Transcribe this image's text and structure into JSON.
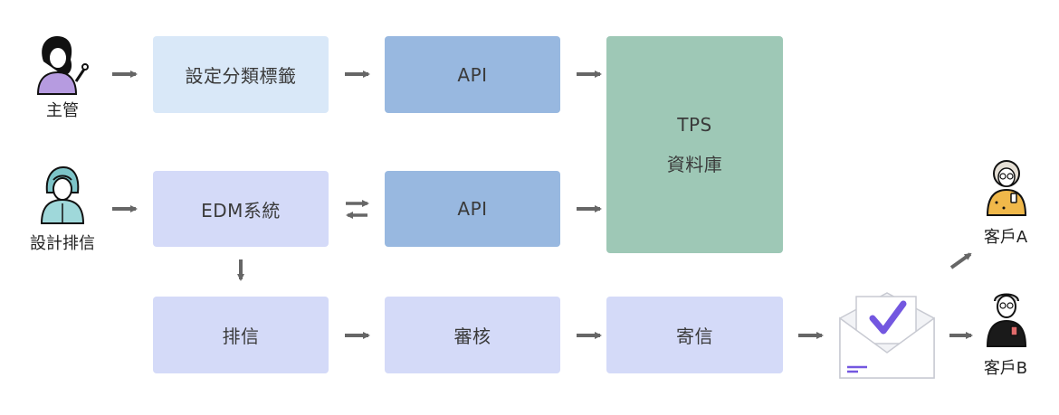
{
  "colors": {
    "light_blue": "#d9e8f8",
    "lavender": "#d4daf8",
    "api_blue": "#98b8e0",
    "db_green": "#9ec8b6",
    "arrow": "#666666",
    "check": "#7357e0"
  },
  "actors": {
    "manager": {
      "label": "主管",
      "icon": "woman-pointing-icon"
    },
    "designer": {
      "label": "設計排信",
      "icon": "hooded-person-icon"
    },
    "customer_a": {
      "label": "客戶A",
      "icon": "elderly-woman-icon"
    },
    "customer_b": {
      "label": "客戶B",
      "icon": "elderly-man-icon"
    }
  },
  "nodes": {
    "set_tags": "設定分類標籤",
    "api_top": "API",
    "edm_system": "EDM系統",
    "api_mid": "API",
    "tps_db_line1": "TPS",
    "tps_db_line2": "資料庫",
    "compose": "排信",
    "review": "審核",
    "send": "寄信"
  },
  "email_icon": {
    "icon": "email-checkmark-icon"
  }
}
